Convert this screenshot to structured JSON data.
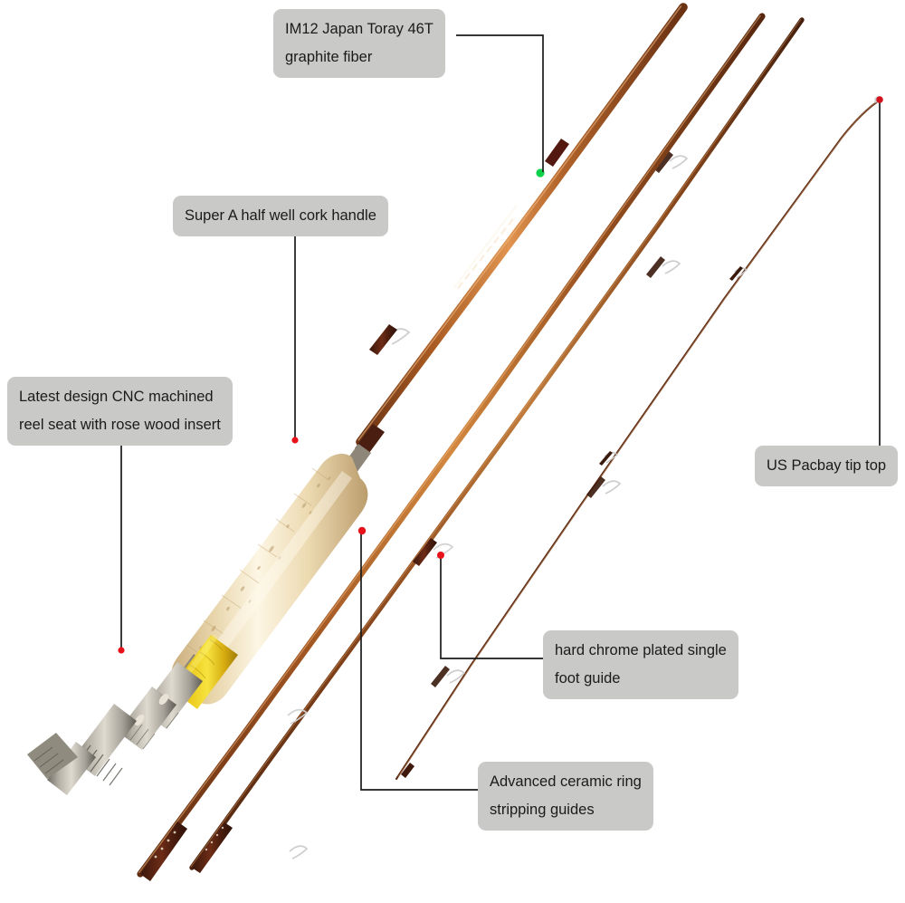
{
  "product": {
    "name": "4-piece fly fishing rod",
    "sections": 4,
    "blank_color": "#a4561f",
    "blank_highlight": "#d98a4a",
    "blank_shadow": "#5d2a10",
    "cork_color": "#e6cfa3",
    "cork_highlight": "#fbf2dc",
    "rosewood_color": "#e8c21a",
    "metal_color": "#9b978c",
    "ferrule_color": "#4a1f12",
    "guide_wire_color": "#c9c9c9",
    "marker_red": "#e8131a",
    "marker_green": "#0ed14a"
  },
  "styles": {
    "callout_bg": "#c9c9c7",
    "callout_text": "#1b1b1b",
    "leader_color": "#1a1a1a",
    "background": "#ffffff"
  },
  "callouts": [
    {
      "id": "graphite-fiber",
      "lines": [
        "IM12 Japan Toray 46T",
        "graphite fiber"
      ],
      "marker": "green",
      "target": "butt section blank"
    },
    {
      "id": "cork-handle",
      "lines": [
        "Super A half well cork handle"
      ],
      "marker": "red",
      "target": "cork grip"
    },
    {
      "id": "reel-seat",
      "lines": [
        "Latest design CNC machined",
        "reel seat with rose wood insert"
      ],
      "marker": "red",
      "target": "rose wood reel seat insert"
    },
    {
      "id": "tip-top",
      "lines": [
        "US Pacbay tip top"
      ],
      "marker": "red",
      "target": "rod tip"
    },
    {
      "id": "single-foot-guide",
      "lines": [
        "hard chrome plated single",
        "foot guide"
      ],
      "marker": "red",
      "target": "single foot guide"
    },
    {
      "id": "stripping-guides",
      "lines": [
        "Advanced ceramic ring",
        "stripping guides"
      ],
      "marker": "red",
      "target": "stripping guide"
    }
  ]
}
